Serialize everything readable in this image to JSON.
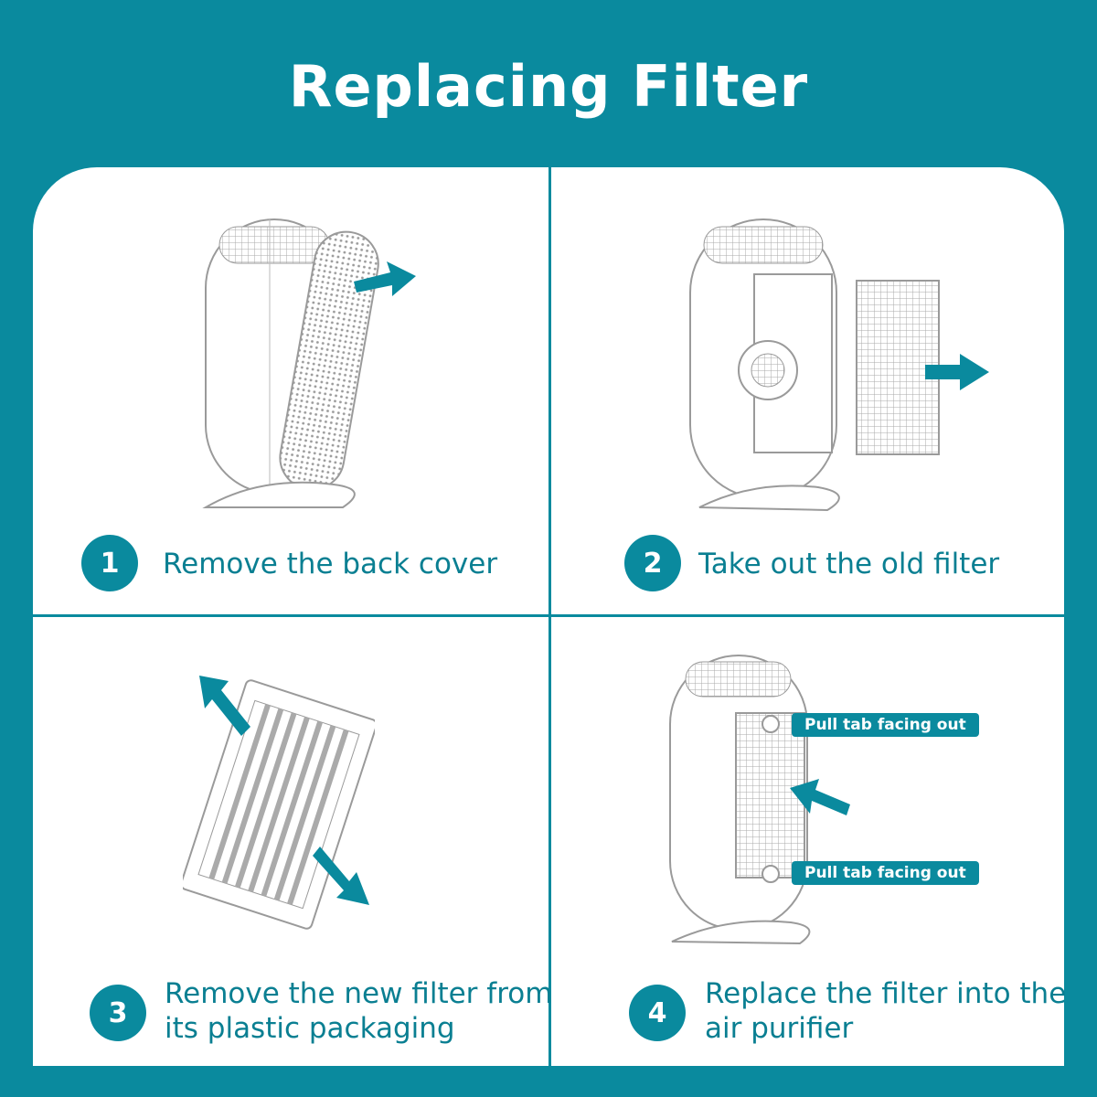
{
  "title": "Replacing Filter",
  "colors": {
    "accent": "#0a8a9e",
    "line": "#9a9a9a"
  },
  "steps": [
    {
      "number": "1",
      "line1": "Remove the back cover",
      "line2": ""
    },
    {
      "number": "2",
      "line1": "Take out the old filter",
      "line2": ""
    },
    {
      "number": "3",
      "line1": "Remove the new filter from",
      "line2": "its plastic packaging"
    },
    {
      "number": "4",
      "line1": "Replace the filter into the",
      "line2": "air purifier"
    }
  ],
  "tabs": {
    "top": "Pull tab facing out",
    "bottom": "Pull tab facing out"
  }
}
